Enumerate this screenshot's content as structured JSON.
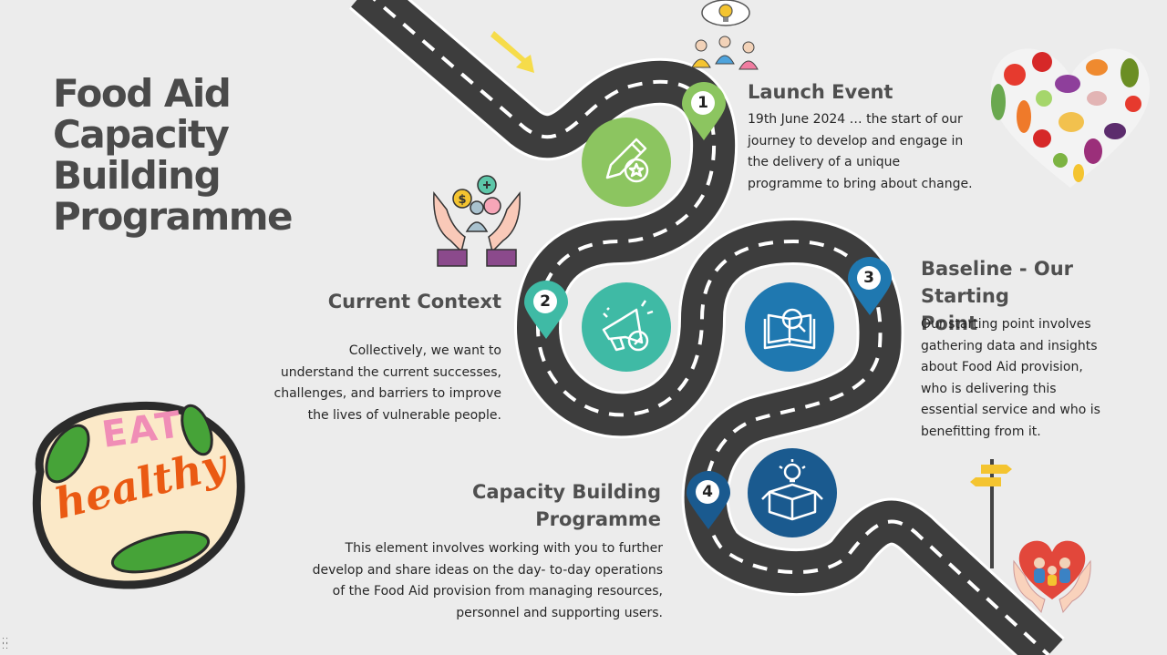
{
  "title": {
    "line1": "Food Aid",
    "line2": "Capacity",
    "line3": "Building",
    "line4": "Programme"
  },
  "steps": [
    {
      "number": "1",
      "heading": "Launch Event",
      "body": "19th June 2024 … the start of our journey to develop and engage in the delivery of a unique programme to bring about change.",
      "color": "#8cc560",
      "icon": "pencil-star-icon"
    },
    {
      "number": "2",
      "heading": "Current Context",
      "body": "Collectively, we want to understand the current successes, challenges, and barriers to improve the lives of vulnerable people.",
      "color": "#3fbaa5",
      "icon": "megaphone-icon"
    },
    {
      "number": "3",
      "heading_line1": "Baseline - Our Starting",
      "heading_line2": "Point",
      "body": "Our starting point involves gathering data and insights about Food Aid provision, who is delivering this essential service and who is benefitting from it.",
      "color": "#1f78b0",
      "icon": "book-search-icon"
    },
    {
      "number": "4",
      "heading_line1": "Capacity Building",
      "heading_line2": "Programme",
      "body": "This element involves working with you to further develop and share ideas on the day- to-day operations of the Food Aid provision from managing resources, personnel and supporting users.",
      "color": "#1a5a8f",
      "icon": "idea-box-icon"
    }
  ],
  "sticker": {
    "line1": "EAT",
    "line2": "healthy"
  },
  "colors": {
    "road": "#3d3d3d",
    "background": "#ececec",
    "arrow": "#f6dc4a"
  }
}
